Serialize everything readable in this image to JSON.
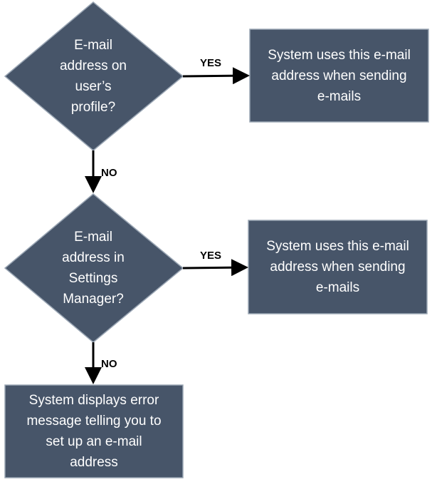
{
  "colors": {
    "node_fill": "#475569",
    "node_stroke": "#9aa6b4",
    "text": "#ffffff",
    "arrow": "#000000"
  },
  "nodes": {
    "decision_profile": {
      "shape": "diamond",
      "lines": [
        "E-mail",
        "address on",
        "user’s",
        "profile?"
      ]
    },
    "result_profile": {
      "shape": "rectangle",
      "lines": [
        "System uses this e-mail",
        "address when sending",
        "e-mails"
      ]
    },
    "decision_settings": {
      "shape": "diamond",
      "lines": [
        "E-mail",
        "address in",
        "Settings",
        "Manager?"
      ]
    },
    "result_settings": {
      "shape": "rectangle",
      "lines": [
        "System uses this e-mail",
        "address when sending",
        "e-mails"
      ]
    },
    "error": {
      "shape": "rectangle",
      "lines": [
        "System displays error",
        "message telling you to",
        "set up an e-mail",
        "address"
      ]
    }
  },
  "edges": {
    "profile_yes": {
      "from": "decision_profile",
      "to": "result_profile",
      "label": "YES"
    },
    "profile_no": {
      "from": "decision_profile",
      "to": "decision_settings",
      "label": "NO"
    },
    "settings_yes": {
      "from": "decision_settings",
      "to": "result_settings",
      "label": "YES"
    },
    "settings_no": {
      "from": "decision_settings",
      "to": "error",
      "label": "NO"
    }
  }
}
